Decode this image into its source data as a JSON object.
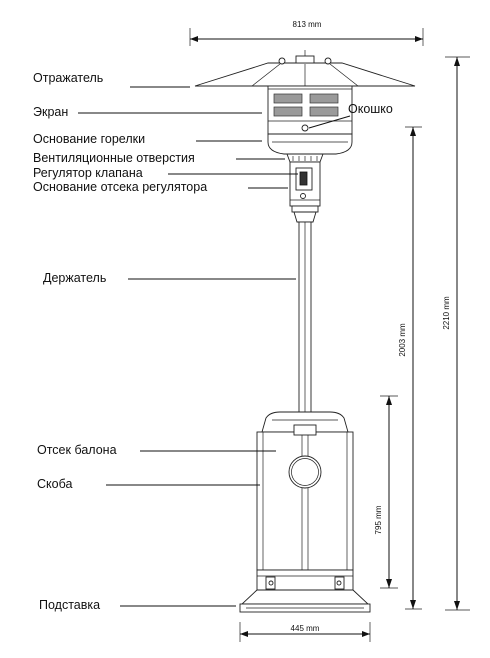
{
  "labels": {
    "reflector": "Отражатель",
    "screen": "Экран",
    "window": "Окошко",
    "burner_base": "Основание горелки",
    "vents": "Вентиляционные отверстия",
    "valve_regulator": "Регулятор клапана",
    "regulator_base": "Основание отсека  регулятора",
    "holder": "Держатель",
    "cylinder_compartment": "Отсек  балона",
    "bracket": "Скоба",
    "stand": "Подставка"
  },
  "dimensions": {
    "reflector_width": "813 mm",
    "base_width": "445 mm",
    "total_height": "2210 mm",
    "pole_height": "2003 mm",
    "compartment_height": "795 mm"
  }
}
